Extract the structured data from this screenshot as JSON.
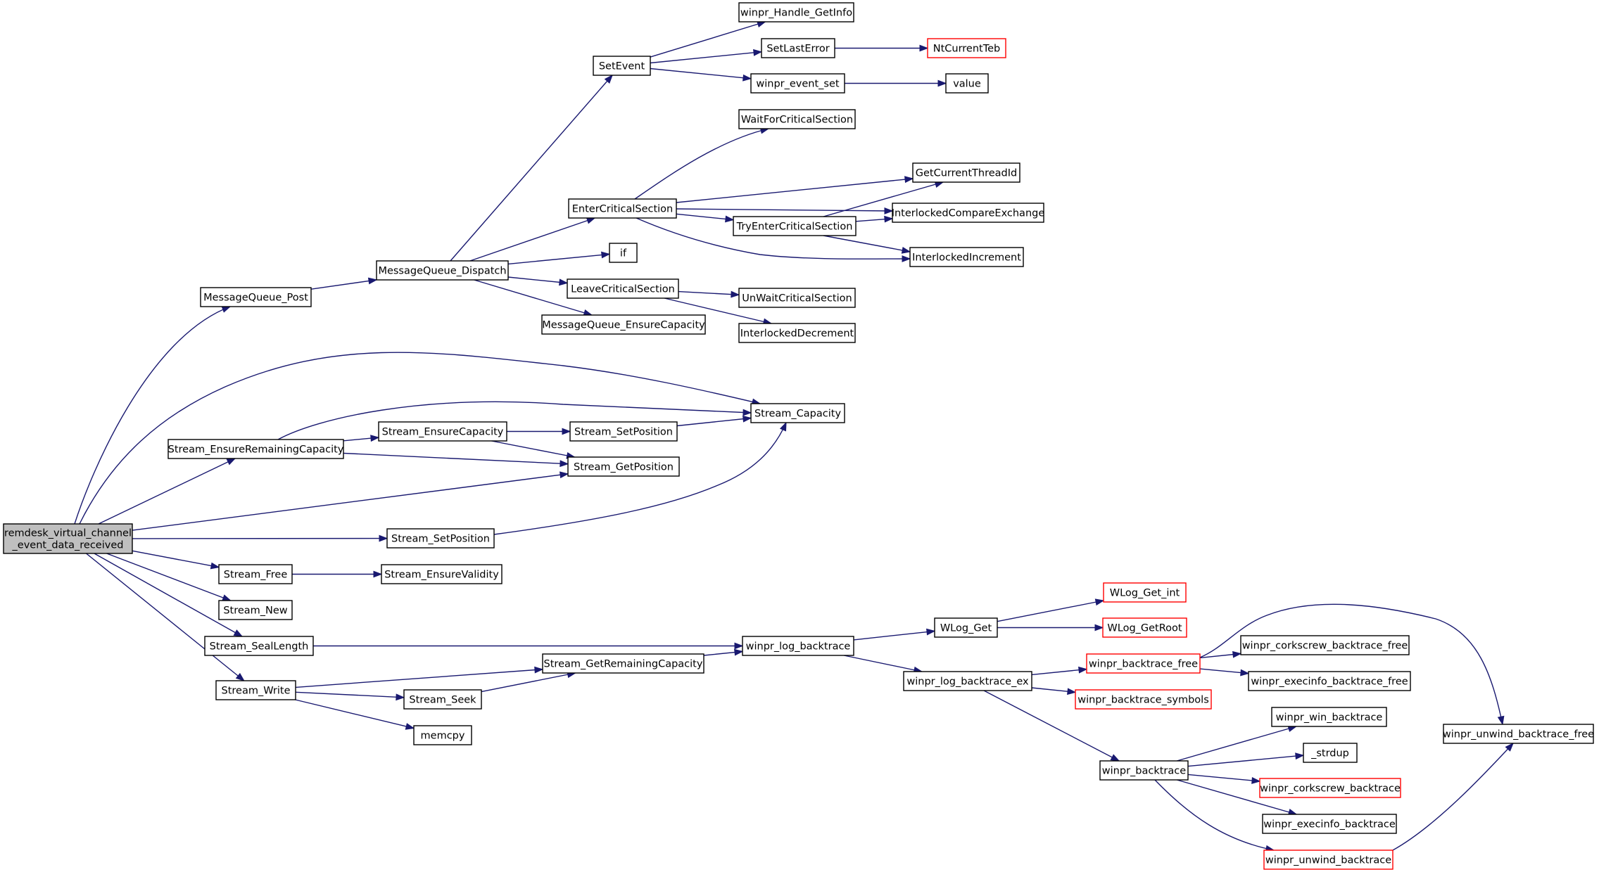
{
  "diagram": {
    "nodes": [
      {
        "id": "root",
        "lines": [
          "remdesk_virtual_channel",
          "_event_data_received"
        ],
        "style": "root"
      },
      {
        "id": "mqpost",
        "lines": [
          "MessageQueue_Post"
        ]
      },
      {
        "id": "mqdisp",
        "lines": [
          "MessageQueue_Dispatch"
        ]
      },
      {
        "id": "setevent",
        "lines": [
          "SetEvent"
        ]
      },
      {
        "id": "hgetinfo",
        "lines": [
          "winpr_Handle_GetInfo"
        ]
      },
      {
        "id": "setlasterr",
        "lines": [
          "SetLastError"
        ]
      },
      {
        "id": "ntteb",
        "lines": [
          "NtCurrentTeb"
        ],
        "style": "red"
      },
      {
        "id": "evset",
        "lines": [
          "winpr_event_set"
        ]
      },
      {
        "id": "value",
        "lines": [
          "value"
        ]
      },
      {
        "id": "waitcs",
        "lines": [
          "WaitForCriticalSection"
        ]
      },
      {
        "id": "getthread",
        "lines": [
          "GetCurrentThreadId"
        ]
      },
      {
        "id": "entercs",
        "lines": [
          "EnterCriticalSection"
        ]
      },
      {
        "id": "intcmp",
        "lines": [
          "InterlockedCompareExchange"
        ]
      },
      {
        "id": "tryenter",
        "lines": [
          "TryEnterCriticalSection"
        ]
      },
      {
        "id": "intinc",
        "lines": [
          "InterlockedIncrement"
        ]
      },
      {
        "id": "if",
        "lines": [
          "if"
        ]
      },
      {
        "id": "leavecs",
        "lines": [
          "LeaveCriticalSection"
        ]
      },
      {
        "id": "unwaitcs",
        "lines": [
          "UnWaitCriticalSection"
        ]
      },
      {
        "id": "mqensure",
        "lines": [
          "MessageQueue_EnsureCapacity"
        ]
      },
      {
        "id": "intdec",
        "lines": [
          "InterlockedDecrement"
        ]
      },
      {
        "id": "scap",
        "lines": [
          "Stream_Capacity"
        ]
      },
      {
        "id": "serc",
        "lines": [
          "Stream_EnsureRemainingCapacity"
        ]
      },
      {
        "id": "sec",
        "lines": [
          "Stream_EnsureCapacity"
        ]
      },
      {
        "id": "ssetpos1",
        "lines": [
          "Stream_SetPosition"
        ]
      },
      {
        "id": "sgetpos",
        "lines": [
          "Stream_GetPosition"
        ]
      },
      {
        "id": "ssetpos2",
        "lines": [
          "Stream_SetPosition"
        ]
      },
      {
        "id": "sfree",
        "lines": [
          "Stream_Free"
        ]
      },
      {
        "id": "sev",
        "lines": [
          "Stream_EnsureValidity"
        ]
      },
      {
        "id": "snew",
        "lines": [
          "Stream_New"
        ]
      },
      {
        "id": "sseal",
        "lines": [
          "Stream_SealLength"
        ]
      },
      {
        "id": "swrite",
        "lines": [
          "Stream_Write"
        ]
      },
      {
        "id": "sgrc",
        "lines": [
          "Stream_GetRemainingCapacity"
        ]
      },
      {
        "id": "sseek",
        "lines": [
          "Stream_Seek"
        ]
      },
      {
        "id": "memcpy",
        "lines": [
          "memcpy"
        ]
      },
      {
        "id": "logbt",
        "lines": [
          "winpr_log_backtrace"
        ]
      },
      {
        "id": "wlogget",
        "lines": [
          "WLog_Get"
        ]
      },
      {
        "id": "wloggetint",
        "lines": [
          "WLog_Get_int"
        ],
        "style": "red"
      },
      {
        "id": "wloggetroot",
        "lines": [
          "WLog_GetRoot"
        ],
        "style": "red"
      },
      {
        "id": "logbtex",
        "lines": [
          "winpr_log_backtrace_ex"
        ]
      },
      {
        "id": "btfree",
        "lines": [
          "winpr_backtrace_free"
        ],
        "style": "red"
      },
      {
        "id": "corkfree",
        "lines": [
          "winpr_corkscrew_backtrace_free"
        ]
      },
      {
        "id": "execfree",
        "lines": [
          "winpr_execinfo_backtrace_free"
        ]
      },
      {
        "id": "btsym",
        "lines": [
          "winpr_backtrace_symbols"
        ],
        "style": "red"
      },
      {
        "id": "unwindfree",
        "lines": [
          "winpr_unwind_backtrace_free"
        ]
      },
      {
        "id": "winbt",
        "lines": [
          "winpr_win_backtrace"
        ]
      },
      {
        "id": "strdup",
        "lines": [
          "_strdup"
        ]
      },
      {
        "id": "bt",
        "lines": [
          "winpr_backtrace"
        ]
      },
      {
        "id": "corkbt",
        "lines": [
          "winpr_corkscrew_backtrace"
        ],
        "style": "red"
      },
      {
        "id": "execbt",
        "lines": [
          "winpr_execinfo_backtrace"
        ]
      },
      {
        "id": "unwindbt",
        "lines": [
          "winpr_unwind_backtrace"
        ],
        "style": "red"
      }
    ],
    "edges": [
      [
        "root",
        "mqpost"
      ],
      [
        "root",
        "scap"
      ],
      [
        "root",
        "serc"
      ],
      [
        "root",
        "sgetpos"
      ],
      [
        "root",
        "ssetpos2"
      ],
      [
        "root",
        "sfree"
      ],
      [
        "root",
        "snew"
      ],
      [
        "root",
        "sseal"
      ],
      [
        "root",
        "swrite"
      ],
      [
        "mqpost",
        "mqdisp"
      ],
      [
        "mqdisp",
        "setevent"
      ],
      [
        "mqdisp",
        "entercs"
      ],
      [
        "mqdisp",
        "if"
      ],
      [
        "mqdisp",
        "leavecs"
      ],
      [
        "mqdisp",
        "mqensure"
      ],
      [
        "setevent",
        "hgetinfo"
      ],
      [
        "setevent",
        "setlasterr"
      ],
      [
        "setevent",
        "evset"
      ],
      [
        "setlasterr",
        "ntteb"
      ],
      [
        "evset",
        "value"
      ],
      [
        "entercs",
        "waitcs"
      ],
      [
        "entercs",
        "getthread"
      ],
      [
        "entercs",
        "intcmp"
      ],
      [
        "entercs",
        "tryenter"
      ],
      [
        "entercs",
        "intinc"
      ],
      [
        "tryenter",
        "getthread"
      ],
      [
        "tryenter",
        "intcmp"
      ],
      [
        "tryenter",
        "intinc"
      ],
      [
        "leavecs",
        "unwaitcs"
      ],
      [
        "leavecs",
        "intdec"
      ],
      [
        "serc",
        "scap"
      ],
      [
        "serc",
        "sec"
      ],
      [
        "serc",
        "sgetpos"
      ],
      [
        "sec",
        "ssetpos1"
      ],
      [
        "sec",
        "sgetpos"
      ],
      [
        "ssetpos1",
        "scap"
      ],
      [
        "ssetpos2",
        "scap"
      ],
      [
        "sfree",
        "sev"
      ],
      [
        "sseal",
        "logbt"
      ],
      [
        "swrite",
        "sgrc"
      ],
      [
        "swrite",
        "sseek"
      ],
      [
        "swrite",
        "memcpy"
      ],
      [
        "sseek",
        "sgrc"
      ],
      [
        "sgrc",
        "logbt"
      ],
      [
        "logbt",
        "wlogget"
      ],
      [
        "logbt",
        "logbtex"
      ],
      [
        "wlogget",
        "wloggetint"
      ],
      [
        "wlogget",
        "wloggetroot"
      ],
      [
        "logbtex",
        "btfree"
      ],
      [
        "logbtex",
        "btsym"
      ],
      [
        "logbtex",
        "bt"
      ],
      [
        "btfree",
        "corkfree"
      ],
      [
        "btfree",
        "execfree"
      ],
      [
        "btfree",
        "unwindfree"
      ],
      [
        "bt",
        "winbt"
      ],
      [
        "bt",
        "strdup"
      ],
      [
        "bt",
        "corkbt"
      ],
      [
        "bt",
        "execbt"
      ],
      [
        "bt",
        "unwindbt"
      ],
      [
        "unwindbt",
        "unwindfree"
      ]
    ]
  }
}
